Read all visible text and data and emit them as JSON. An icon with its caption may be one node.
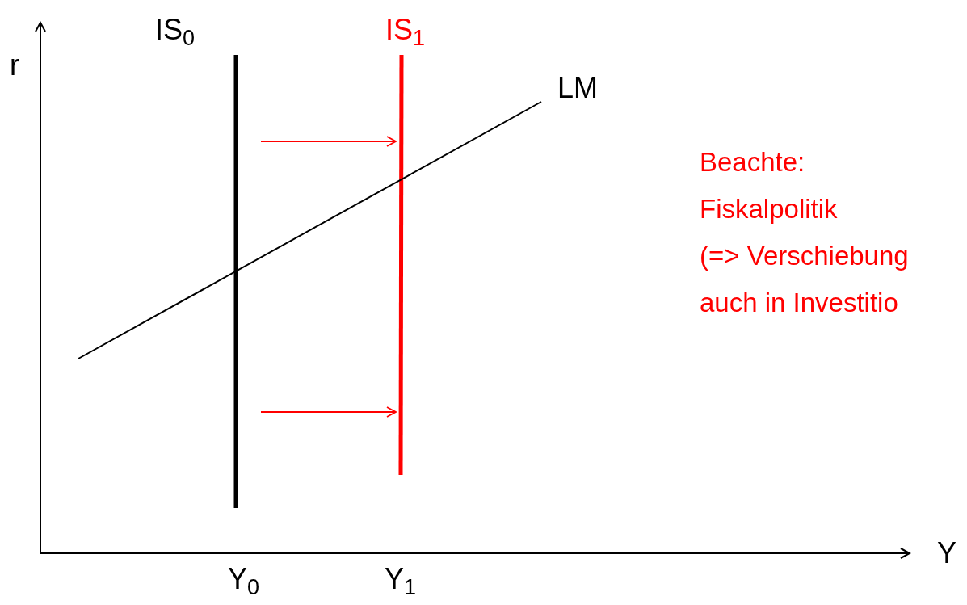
{
  "diagram": {
    "labels": [
      "r",
      "IS$_{0}$",
      "IS$_{1}$",
      "LM",
      "Beachte:",
      "Fiskalpolitik",
      "(=> Verschiebung",
      "auch in Investitio",
      "Y",
      "Y$_{0}$",
      "Y$_{1}$"
    ]
  }
}
